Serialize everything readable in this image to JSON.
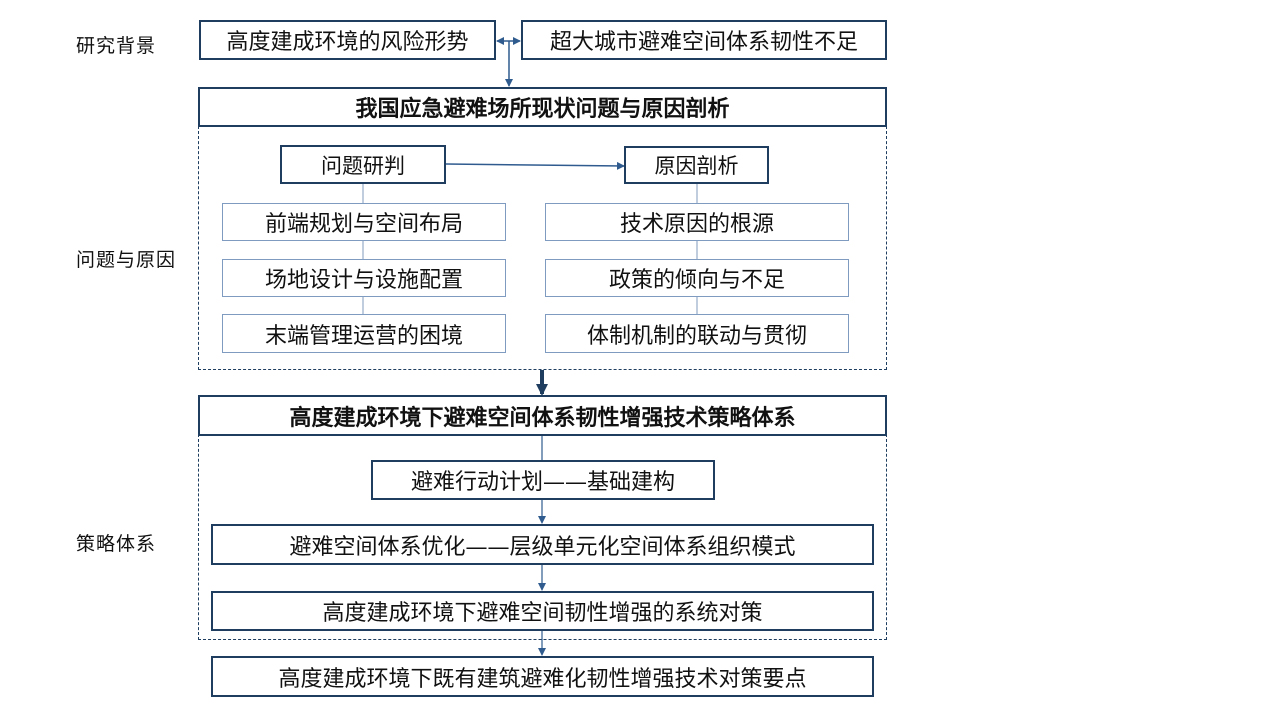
{
  "side_labels": {
    "background": "研究背景",
    "problems": "问题与原因",
    "strategy": "策略体系"
  },
  "background": {
    "left": "高度建成环境的风险形势",
    "right": "超大城市避难空间体系韧性不足"
  },
  "analysis": {
    "header": "我国应急避难场所现状问题与原因剖析",
    "problem_title": "问题研判",
    "cause_title": "原因剖析",
    "problems": [
      "前端规划与空间布局",
      "场地设计与设施配置",
      "末端管理运营的困境"
    ],
    "causes": [
      "技术原因的根源",
      "政策的倾向与不足",
      "体制机制的联动与贯彻"
    ]
  },
  "strategy": {
    "header": "高度建成环境下避难空间体系韧性增强技术策略体系",
    "step1": "避难行动计划——基础建构",
    "step2": "避难空间体系优化——层级单元化空间体系组织模式",
    "step3": "高度建成环境下避难空间韧性增强的系统对策",
    "final": "高度建成环境下既有建筑避难化韧性增强技术对策要点"
  },
  "colors": {
    "border_dark": "#1f3e5f",
    "border_light": "#7f9bbf",
    "arrow": "#2f5b8f"
  }
}
